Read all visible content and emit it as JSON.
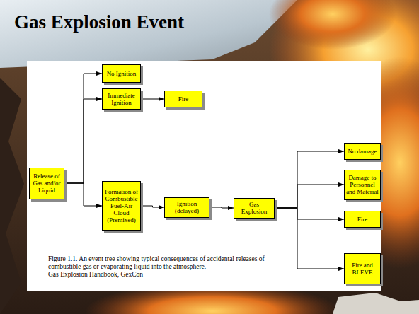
{
  "diagram": {
    "title": "Gas Explosion Event",
    "caption": "Figure 1.1. An event tree showing typical consequences of accidental releases of combustible gas or evaporating liquid into the atmosphere.",
    "nodes": [
      {
        "text": [
          "Release of Gas and/or Liquid"
        ]
      },
      {
        "text": [
          "No Ignition"
        ]
      },
      {
        "text": [
          "Immediate Ignition"
        ]
      },
      {
        "text": [
          "Fire"
        ]
      },
      {
        "text": [
          "Formation of Combustible Fuel-Air Cloud (Premixed)"
        ]
      },
      {
        "text": [
          "Ignition (delayed)"
        ]
      },
      {
        "text": [
          "Gas Explosion"
        ]
      },
      {
        "text": [
          "No damage"
        ]
      },
      {
        "text": [
          "Damage to Personnel and Material"
        ]
      },
      {
        "text": [
          "Fire"
        ]
      },
      {
        "text": [
          "Fire and BLEVE"
        ]
      }
    ],
    "edges": [
      {
        "from": 0,
        "to": 1,
        "arrow": "to"
      },
      {
        "from": 0,
        "to": 2,
        "arrow": "to"
      },
      {
        "from": 0,
        "to": 4,
        "arrow": "to"
      },
      {
        "from": 2,
        "to": 3,
        "arrow": "to"
      },
      {
        "from": 4,
        "to": 5,
        "arrow": "to"
      },
      {
        "from": 5,
        "to": 6,
        "arrow": "to"
      },
      {
        "from": 6,
        "to": 7,
        "arrow": "to"
      },
      {
        "from": 6,
        "to": 8,
        "arrow": "to"
      },
      {
        "from": 6,
        "to": 9,
        "arrow": "to"
      },
      {
        "from": 6,
        "to": 10,
        "arrow": "to"
      }
    ],
    "labels": [
      "Gas Explosion Handbook, GexCon"
    ]
  }
}
